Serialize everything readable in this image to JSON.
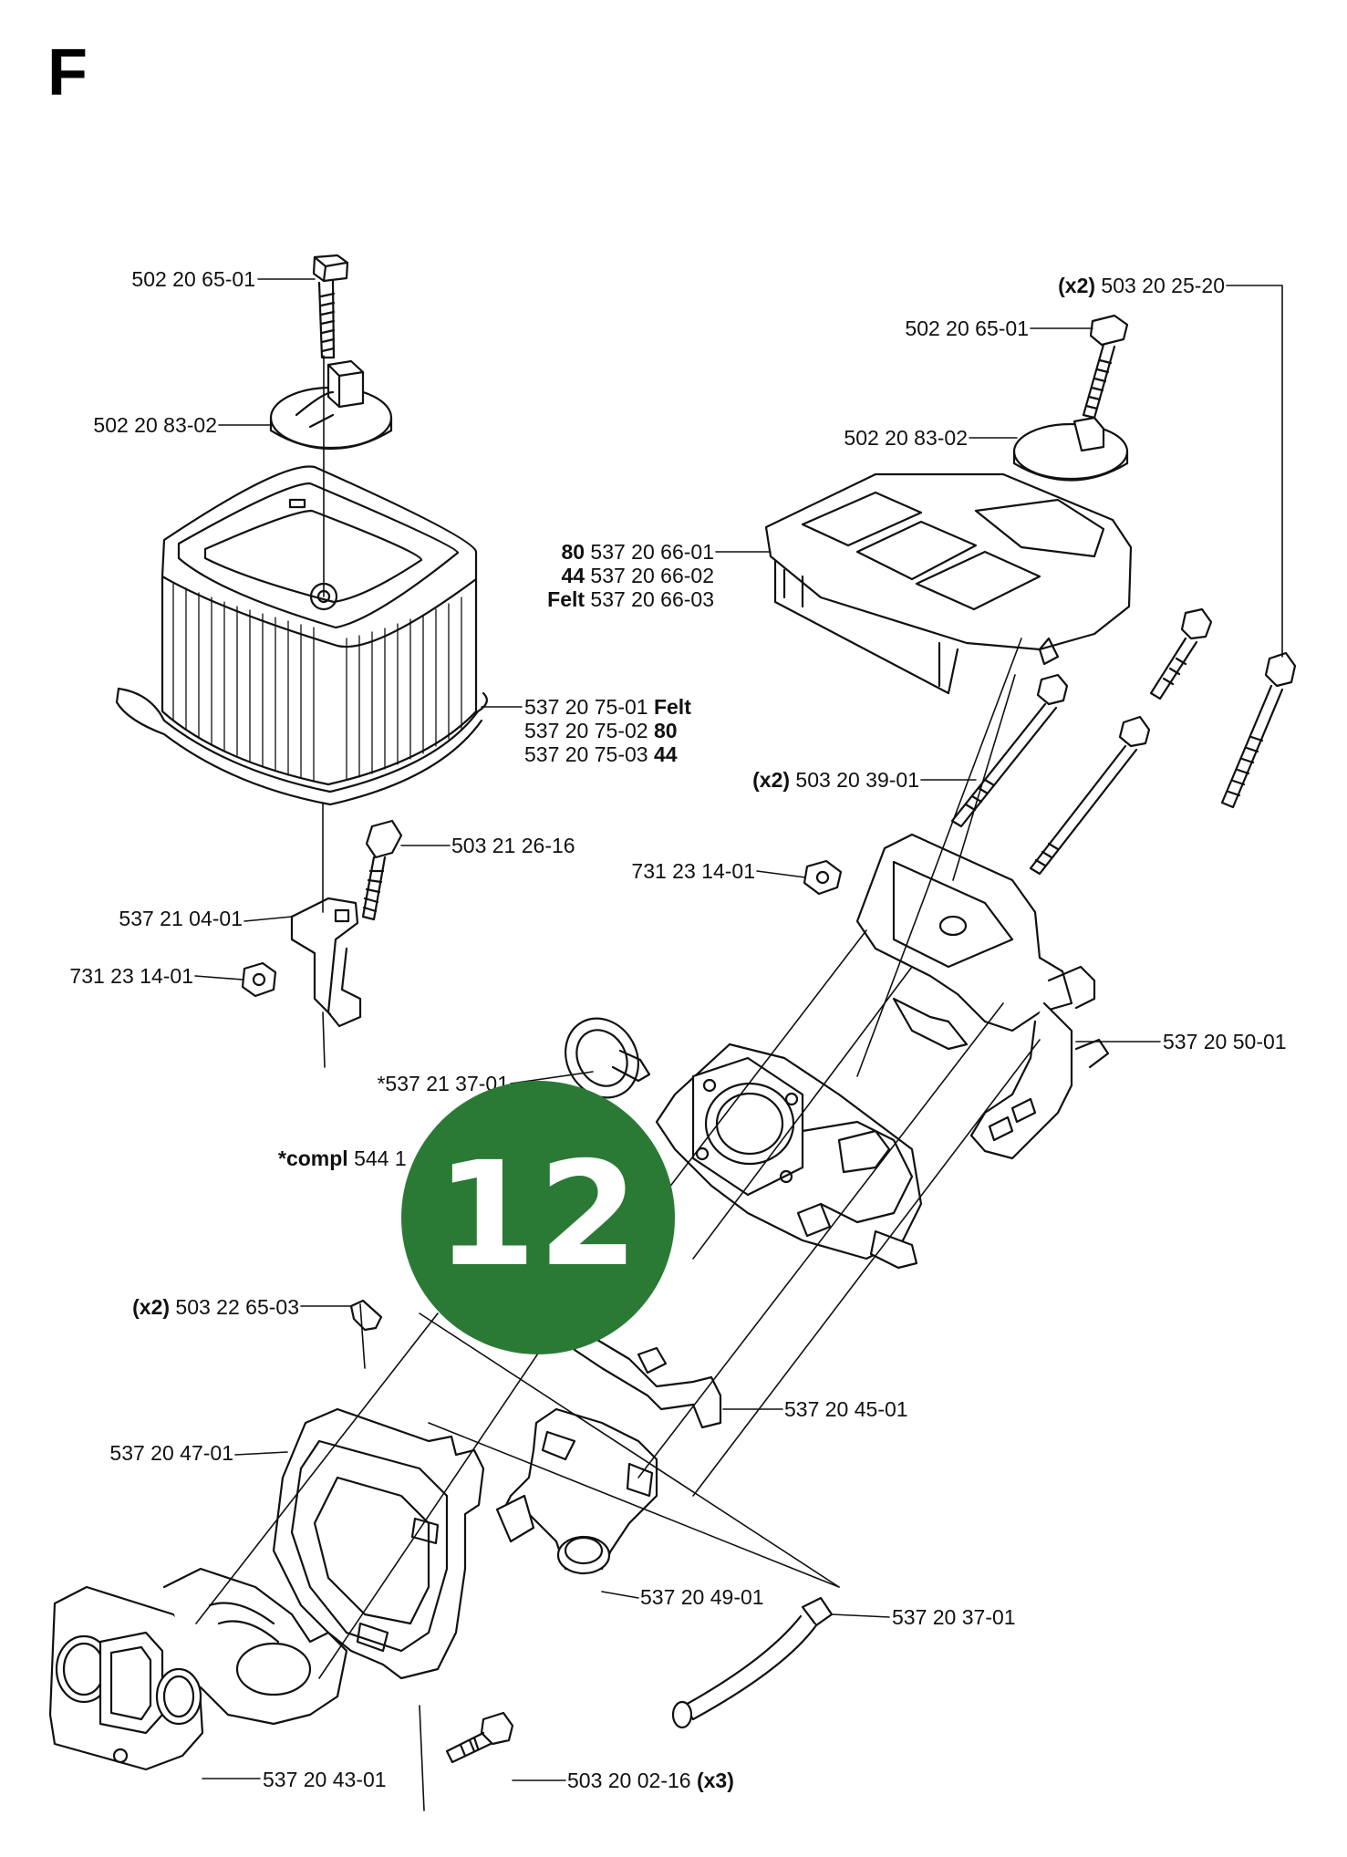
{
  "section_letter": "F",
  "badge": {
    "text": "12",
    "color": "#2a7a35"
  },
  "labels": {
    "screw_left": "502 20 65-01",
    "cover_left": "502 20 83-02",
    "filter_a_num": "537 20 75-01",
    "filter_a_suffix": "Felt",
    "filter_b_num": "537 20 75-02",
    "filter_b_suffix": "80",
    "filter_c_num": "537 20 75-03",
    "filter_c_suffix": "44",
    "screw_503_21_26_16": "503 21 26-16",
    "bracket_537_21_04_01": "537 21 04-01",
    "nut_left": "731 23 14-01",
    "star_537_21_37_01": "*537 21 37-01",
    "compl_prefix": "*compl",
    "compl_num": "544 1",
    "x2_prefix_a": "(x2)",
    "screw_503_22_65_03": "503 22 65-03",
    "gasket_537_20_47_01": "537 20 47-01",
    "flange_537_20_43_01": "537 20 43-01",
    "screw_503_20_02_16": "503 20 02-16",
    "x3_suffix": "(x3)",
    "x2_prefix_b": "(x2)",
    "screw_503_20_25_20": "503 20 25-20",
    "screw_right": "502 20 65-01",
    "cover_right": "502 20 83-02",
    "housing_a_prefix": "80",
    "housing_a_num": "537 20 66-01",
    "housing_b_prefix": "44",
    "housing_b_num": "537 20 66-02",
    "housing_c_prefix": "Felt",
    "housing_c_num": "537 20 66-03",
    "x2_prefix_c": "(x2)",
    "screw_503_20_39_01": "503 20 39-01",
    "nut_right": "731 23 14-01",
    "holder_537_20_50_01": "537 20 50-01",
    "part_537_20_45_01": "537 20 45-01",
    "elbow_537_20_49_01": "537 20 49-01",
    "hose_537_20_37_01": "537 20 37-01"
  }
}
